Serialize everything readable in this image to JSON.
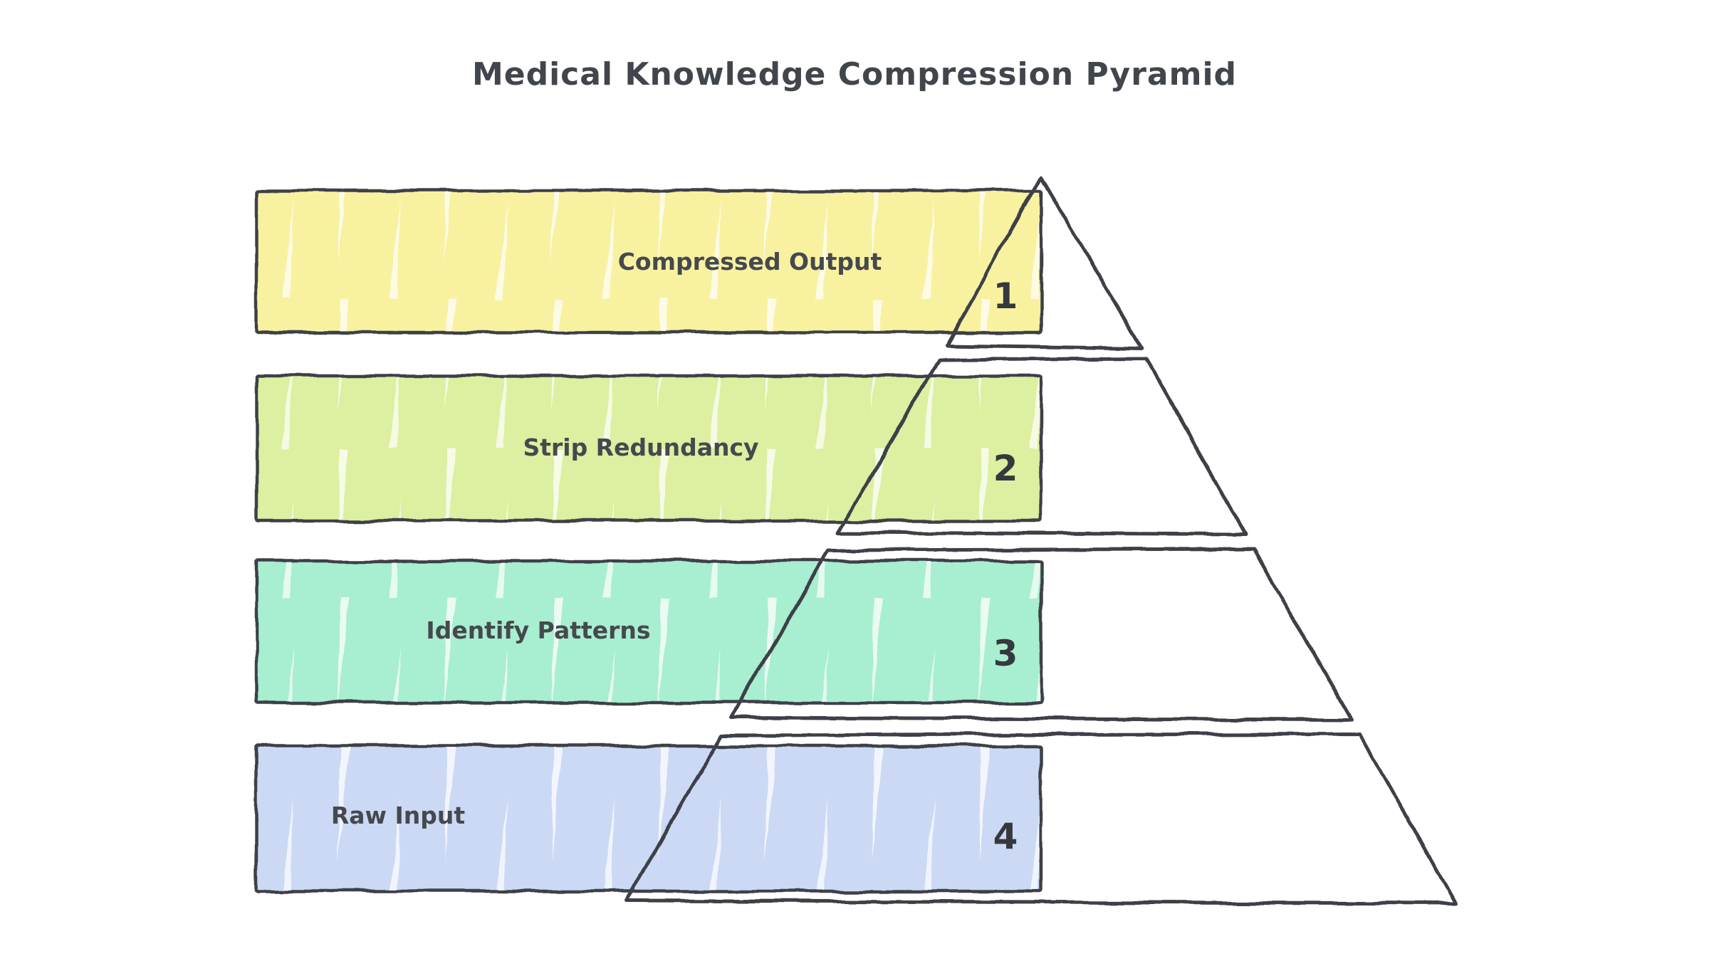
{
  "title": "Medical Knowledge Compression Pyramid",
  "canvas": {
    "background": "#ffffff",
    "stroke_color": "#3c4146",
    "title_color": "#41464c",
    "label_color": "#45494e",
    "rank_color": "#35393d"
  },
  "levels": [
    {
      "rank": "1",
      "label": "Compressed Output",
      "color": "#f8f1a0"
    },
    {
      "rank": "2",
      "label": "Strip Redundancy",
      "color": "#ddefa0"
    },
    {
      "rank": "3",
      "label": "Identify Patterns",
      "color": "#a8eed0"
    },
    {
      "rank": "4",
      "label": "Raw Input",
      "color": "#cbd9f5"
    }
  ],
  "chart_data": {
    "type": "pyramid",
    "title": "Medical Knowledge Compression Pyramid",
    "orientation": "apex-top",
    "levels_top_to_bottom": [
      {
        "rank": 1,
        "label": "Compressed Output"
      },
      {
        "rank": 2,
        "label": "Strip Redundancy"
      },
      {
        "rank": 3,
        "label": "Identify Patterns"
      },
      {
        "rank": 4,
        "label": "Raw Input"
      }
    ],
    "legend": "none",
    "style": "hand-drawn sketch, numbered side bars overlapping a 4-slice pyramid outline"
  }
}
